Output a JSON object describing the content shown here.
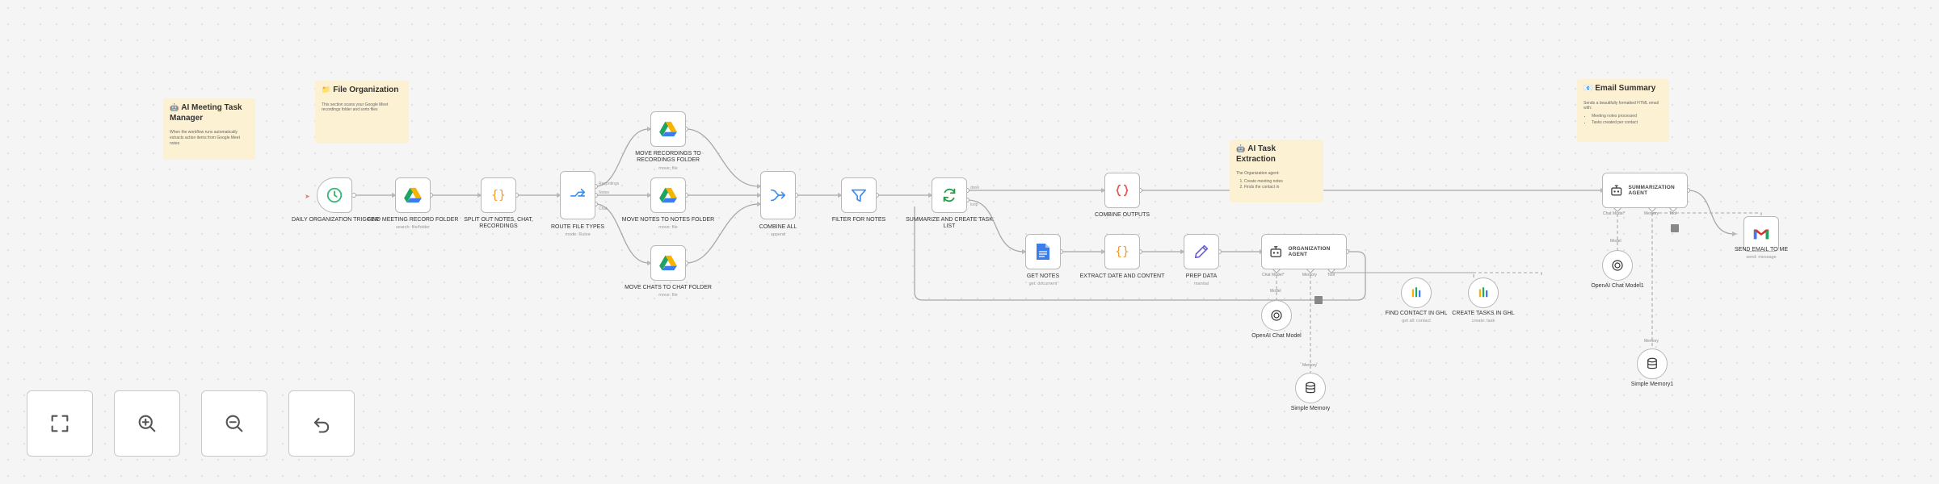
{
  "colors": {
    "background": "#f5f5f5",
    "node_border": "#b8b8b8",
    "edge": "#a8a8a8",
    "sticky": "#fdf1d3",
    "sticky_accent": "#8a6bd6",
    "drive_green": "#1ea362",
    "drive_yellow": "#f6b400",
    "drive_blue": "#3b7ded",
    "json_orange": "#f29b2c",
    "filter_blue": "#3f8ee8",
    "loop_green": "#2b9a4a",
    "sheets_green": "#23a566",
    "gmail_red": "#d93025",
    "trigger_green": "#39b87a"
  },
  "stickies": {
    "manager": {
      "title": "AI Meeting Task Manager",
      "body": "When the workflow runs automatically extracts action items from Google Meet notes"
    },
    "file": {
      "title": "File Organization",
      "body": "This section scans your Google Meet recordings folder and sorts files"
    },
    "task": {
      "title": "AI Task Extraction",
      "body": "The Organization agent:",
      "list": [
        "Create meeting notes",
        "Finds the contact in"
      ]
    },
    "email": {
      "title": "Email Summary",
      "body": "Sends a beautifully formatted HTML email with:",
      "list": [
        "Meeting notes processed",
        "Tasks created per contact"
      ]
    }
  },
  "nodes": {
    "trigger": {
      "label": "DAILY ORGANIZATION TRIGGER",
      "icon": "clock-icon"
    },
    "find_folder": {
      "label": "FIND MEETING RECORD FOLDER",
      "sub": "search: file/folder",
      "icon": "google-drive-icon"
    },
    "split": {
      "label": "SPLIT OUT NOTES, CHAT, RECORDINGS",
      "icon": "json-braces-icon"
    },
    "route": {
      "label": "ROUTE FILE TYPES",
      "sub": "mode: Rules",
      "icon": "route-switch-icon"
    },
    "move_rec": {
      "label": "MOVE RECORDINGS TO RECORDINGS FOLDER",
      "sub": "move: file",
      "icon": "google-drive-icon"
    },
    "move_notes": {
      "label": "MOVE NOTES TO NOTES FOLDER",
      "sub": "move: file",
      "icon": "google-drive-icon"
    },
    "move_chat": {
      "label": "MOVE CHATS TO CHAT FOLDER",
      "sub": "move: file",
      "icon": "google-drive-icon"
    },
    "combine": {
      "label": "COMBINE ALL",
      "sub": "append",
      "icon": "merge-icon"
    },
    "filter": {
      "label": "FILTER FOR NOTES",
      "icon": "filter-icon"
    },
    "loop": {
      "label": "SUMMARIZE AND CREATE TASK LIST",
      "icon": "loop-icon"
    },
    "combine_outputs": {
      "label": "COMBINE OUTPUTS",
      "icon": "code-icon"
    },
    "get_notes": {
      "label": "GET NOTES",
      "sub": "get: document",
      "icon": "google-docs-icon"
    },
    "extract": {
      "label": "EXTRACT DATE AND CONTENT",
      "icon": "json-braces-icon"
    },
    "prep": {
      "label": "PREP DATA",
      "sub": "manual",
      "icon": "pencil-icon"
    },
    "org_agent": {
      "label": "ORGANIZATION AGENT",
      "icon": "robot-icon"
    },
    "summ_agent": {
      "label": "SUMMARIZATION AGENT",
      "icon": "robot-icon"
    },
    "send_email": {
      "label": "SEND EMAIL TO ME",
      "sub": "send: message",
      "icon": "gmail-icon"
    },
    "openai_1": {
      "label": "OpenAI Chat Model",
      "icon": "openai-icon"
    },
    "memory_1": {
      "label": "Simple Memory",
      "icon": "database-icon"
    },
    "find_contact": {
      "label": "FIND CONTACT IN GHL",
      "sub": "get all: contact",
      "icon": "ghl-sheets-icon"
    },
    "create_tasks": {
      "label": "CREATE TASKS IN GHL",
      "sub": "create: task",
      "icon": "ghl-sheets-icon"
    },
    "openai_2": {
      "label": "OpenAI Chat Model1",
      "icon": "openai-icon"
    },
    "memory_2": {
      "label": "Simple Memory1",
      "icon": "database-icon"
    }
  },
  "ports": {
    "chat_model": "Chat Model*",
    "memory": "Memory",
    "tool": "Tool",
    "model_tag": "Model",
    "memory_tag": "Memory",
    "route_out_1": "Recordings",
    "route_out_2": "Notes",
    "route_out_3": "Chat",
    "loop_done": "done",
    "loop_loop": "loop"
  },
  "controls": {
    "fit_view": "fit-view-icon",
    "zoom_in": "zoom-in-icon",
    "zoom_out": "zoom-out-icon",
    "reset": "reset-zoom-icon"
  }
}
